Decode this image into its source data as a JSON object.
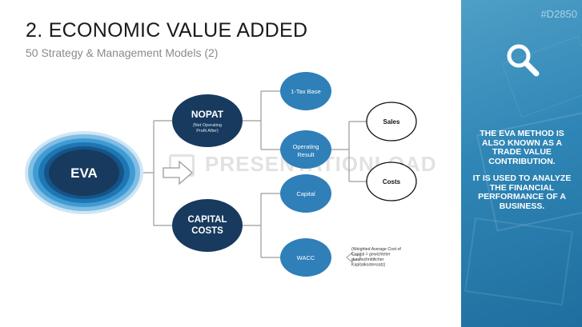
{
  "slide": {
    "title": "2. ECONOMIC VALUE ADDED",
    "subtitle": "50 Strategy & Management Models (2)",
    "watermark": "PRESENTATIONLOAD"
  },
  "panel": {
    "code": "#D2850",
    "icon": "search-icon",
    "text1": "THE EVA METHOD IS ALSO KNOWN AS A TRADE VALUE CONTRIBUTION.",
    "text2": "IT IS USED TO ANALYZE THE FINANCIAL PERFORMANCE OF A BUSINESS."
  },
  "diagram": {
    "eva": "EVA",
    "nopat": {
      "title": "NOPAT",
      "sub1": "(Net Operating",
      "sub2": "Profit After)"
    },
    "capital_costs": {
      "line1": "CAPITAL",
      "line2": "COSTS"
    },
    "tax_base": "1-Tax Base",
    "operating": {
      "line1": "Operating",
      "line2": "Result"
    },
    "sales": "Sales",
    "costs": "Costs",
    "capital": "Capital",
    "wacc": "WACC",
    "wacc_note": [
      "(Weighted Average Cost of",
      "Capital = gewichteter",
      "durchschnittlicher",
      "Kapitalkostensatz)"
    ]
  },
  "colors": {
    "dark_navy": "#173a5e",
    "mid_blue": "#2f7fb9",
    "panel_blue": "#2f86b6",
    "connector": "#9a9a9a"
  }
}
